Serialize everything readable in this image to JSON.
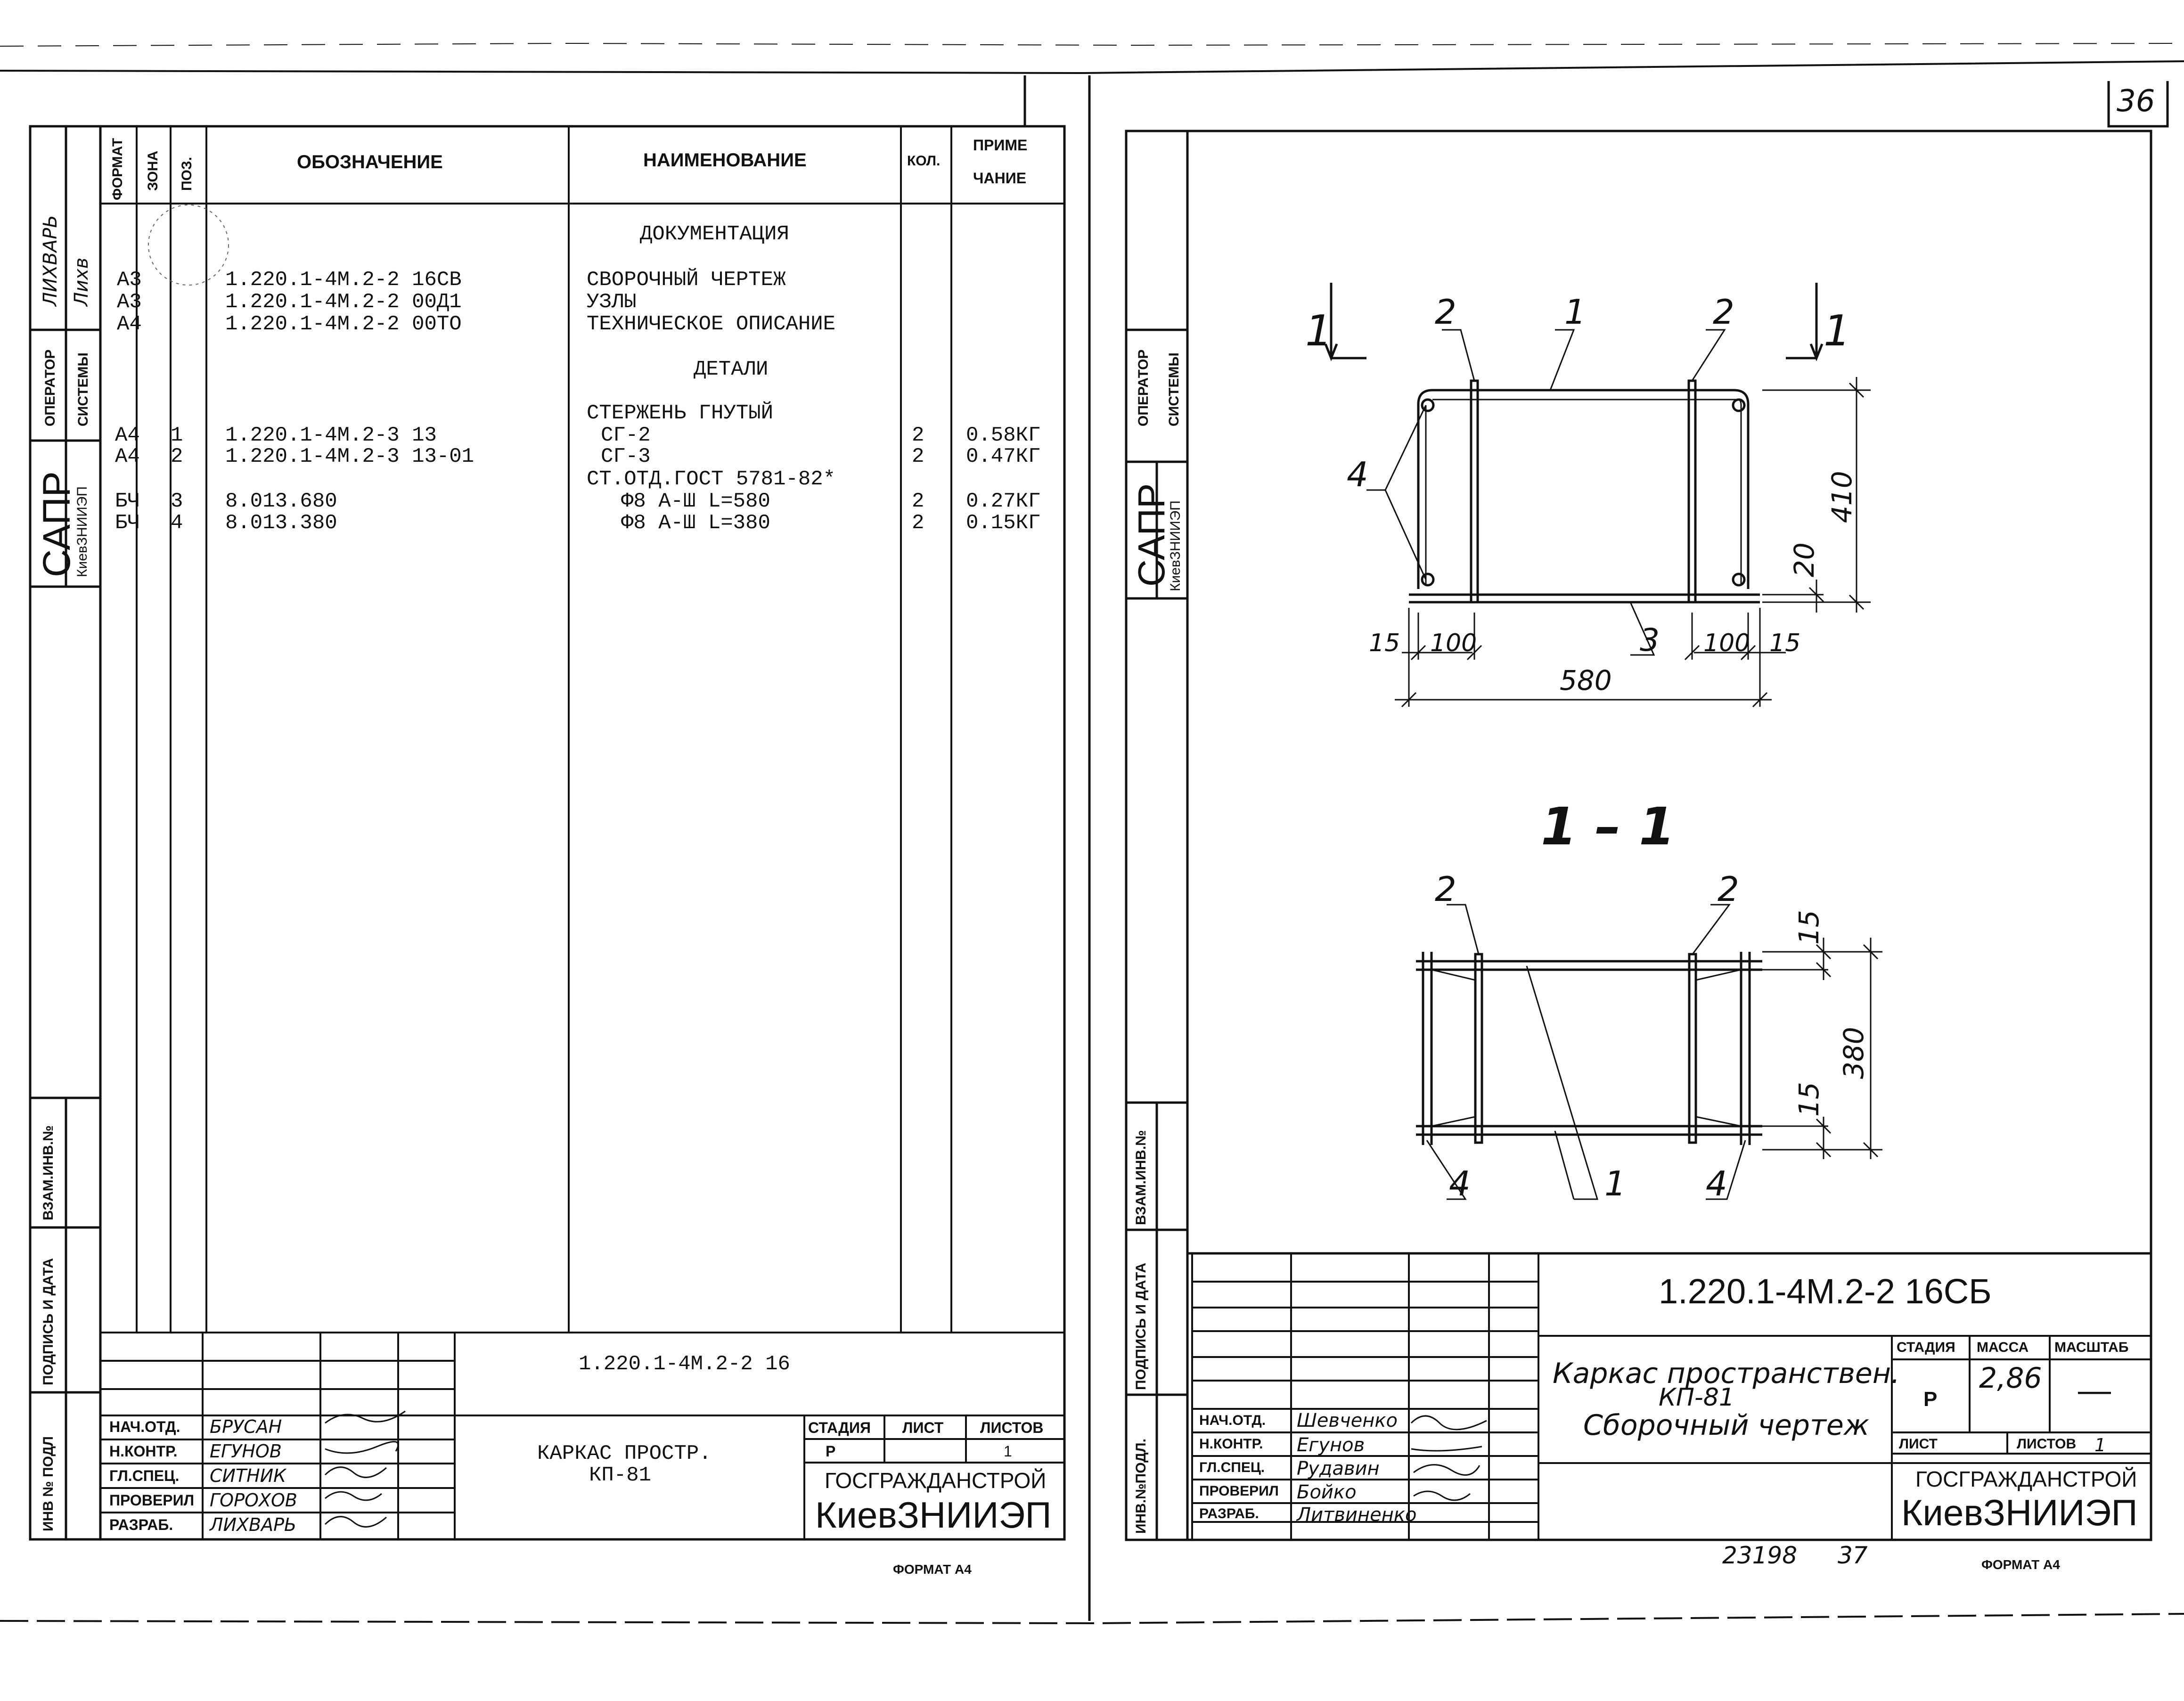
{
  "page_number": "36",
  "left_sheet": {
    "side_stamp": {
      "sapr": "САПР",
      "org": "КиевЗНИИЭП",
      "operator": "ОПЕРАТОР",
      "systems": "СИСТЕМЫ",
      "sign_name": "ЛИХВАРЬ",
      "sign_short": "Лихв"
    },
    "columns": {
      "format": "ФОРМАТ",
      "zone": "ЗОНА",
      "pos": "ПОЗ.",
      "designation": "ОБОЗНАЧЕНИЕ",
      "name": "НАИМЕНОВАНИЕ",
      "qty": "КОЛ.",
      "note_1": "ПРИМЕ",
      "note_2": "ЧАНИЕ"
    },
    "sections": {
      "docs": "ДОКУМЕНТАЦИЯ",
      "details": "ДЕТАЛИ"
    },
    "rows": [
      {
        "format": "А3",
        "pos": "",
        "designation": "1.220.1-4М.2-2  16СВ",
        "name": "СВОРОЧНЫЙ ЧЕРТЕЖ",
        "qty": "",
        "note": ""
      },
      {
        "format": "А3",
        "pos": "",
        "designation": "1.220.1-4М.2-2  00Д1",
        "name": "УЗЛЫ",
        "qty": "",
        "note": ""
      },
      {
        "format": "А4",
        "pos": "",
        "designation": "1.220.1-4М.2-2  00ТО",
        "name": "ТЕХНИЧЕСКОЕ ОПИСАНИЕ",
        "qty": "",
        "note": ""
      },
      {
        "format": "",
        "pos": "",
        "designation": "",
        "name": "СТЕРЖЕНЬ ГНУТЫЙ",
        "qty": "",
        "note": ""
      },
      {
        "format": "А4",
        "pos": "1",
        "designation": "1.220.1-4М.2-3  13",
        "name": "СГ-2",
        "qty": "2",
        "note": "0.58КГ"
      },
      {
        "format": "А4",
        "pos": "2",
        "designation": "1.220.1-4М.2-3  13-01",
        "name": "СГ-3",
        "qty": "2",
        "note": "0.47КГ"
      },
      {
        "format": "",
        "pos": "",
        "designation": "",
        "name": "СТ.ОТД.ГОСТ 5781-82*",
        "qty": "",
        "note": ""
      },
      {
        "format": "БЧ",
        "pos": "3",
        "designation": "8.013.680",
        "name": "Ф8 А-Ш L=580",
        "qty": "2",
        "note": "0.27КГ"
      },
      {
        "format": "БЧ",
        "pos": "4",
        "designation": "8.013.380",
        "name": "Ф8 А-Ш L=380",
        "qty": "2",
        "note": "0.15КГ"
      }
    ],
    "vertical_labels": {
      "vzam": "ВЗАМ.ИНВ.№",
      "podpis": "ПОДПИСЬ И ДАТА",
      "inv": "ИНВ № ПОДЛ"
    },
    "title_block": {
      "code": "1.220.1-4М.2-2  16",
      "title_1": "КАРКАС ПРОСТР.",
      "title_2": "КП-81",
      "roles": [
        "НАЧ.ОТД.",
        "Н.КОНТР.",
        "ГЛ.СПЕЦ.",
        "ПРОВЕРИЛ",
        "РАЗРАБ."
      ],
      "names": [
        "БРУСАН",
        "ЕГУНОВ",
        "СИТНИК",
        "ГОРОХОВ",
        "ЛИХВАРЬ"
      ],
      "stage_label": "СТАДИЯ",
      "sheet_label": "ЛИСТ",
      "sheets_label": "ЛИСТОВ",
      "stage": "Р",
      "sheets": "1",
      "org_1": "ГОСГРАЖДАНСТРОЙ",
      "org_2": "КиевЗНИИЭП"
    },
    "format": "ФОРМАТ А4"
  },
  "right_sheet": {
    "side_stamp": {
      "sapr": "САПР",
      "org": "КиевЗНИИЭП",
      "operator": "ОПЕРАТОР",
      "systems": "СИСТЕМЫ"
    },
    "vertical_labels": {
      "vzam": "ВЗАМ.ИНВ.№",
      "podpis": "ПОДПИСЬ И ДАТА",
      "inv": "ИНВ.№ПОДЛ."
    },
    "drawing": {
      "cut_mark": "1",
      "section_title": "1 – 1",
      "leaders": {
        "p1": "1",
        "p2": "2",
        "p3": "3",
        "p4": "4"
      },
      "dims": {
        "height": "410",
        "offset": "20",
        "edge": "15",
        "spacing": "100",
        "length": "580",
        "sec_height": "380"
      }
    },
    "title_block": {
      "code": "1.220.1-4М.2-2   16СБ",
      "title_1": "Каркас пространствен.",
      "title_2": "КП-81",
      "title_3": "Сборочный чертеж",
      "stage_label": "СТАДИЯ",
      "mass_label": "МАССА",
      "scale_label": "МАСШТАБ",
      "stage": "Р",
      "mass": "2,86",
      "scale": "—",
      "sheet_label": "ЛИСТ",
      "sheets_label": "ЛИСТОВ",
      "sheets": "1",
      "roles": [
        "НАЧ.ОТД.",
        "Н.КОНТР.",
        "ГЛ.СПЕЦ.",
        "ПРОВЕРИЛ",
        "РАЗРАБ."
      ],
      "names": [
        "Шевченко",
        "Егунов",
        "Рудавин",
        "Бойко",
        "Литвиненко"
      ],
      "org_1": "ГОСГРАЖДАНСТРОЙ",
      "org_2": "КиевЗНИИЭП"
    },
    "bottom_numbers": {
      "n1": "23198",
      "n2": "37"
    },
    "format": "ФОРМАТ А4"
  }
}
